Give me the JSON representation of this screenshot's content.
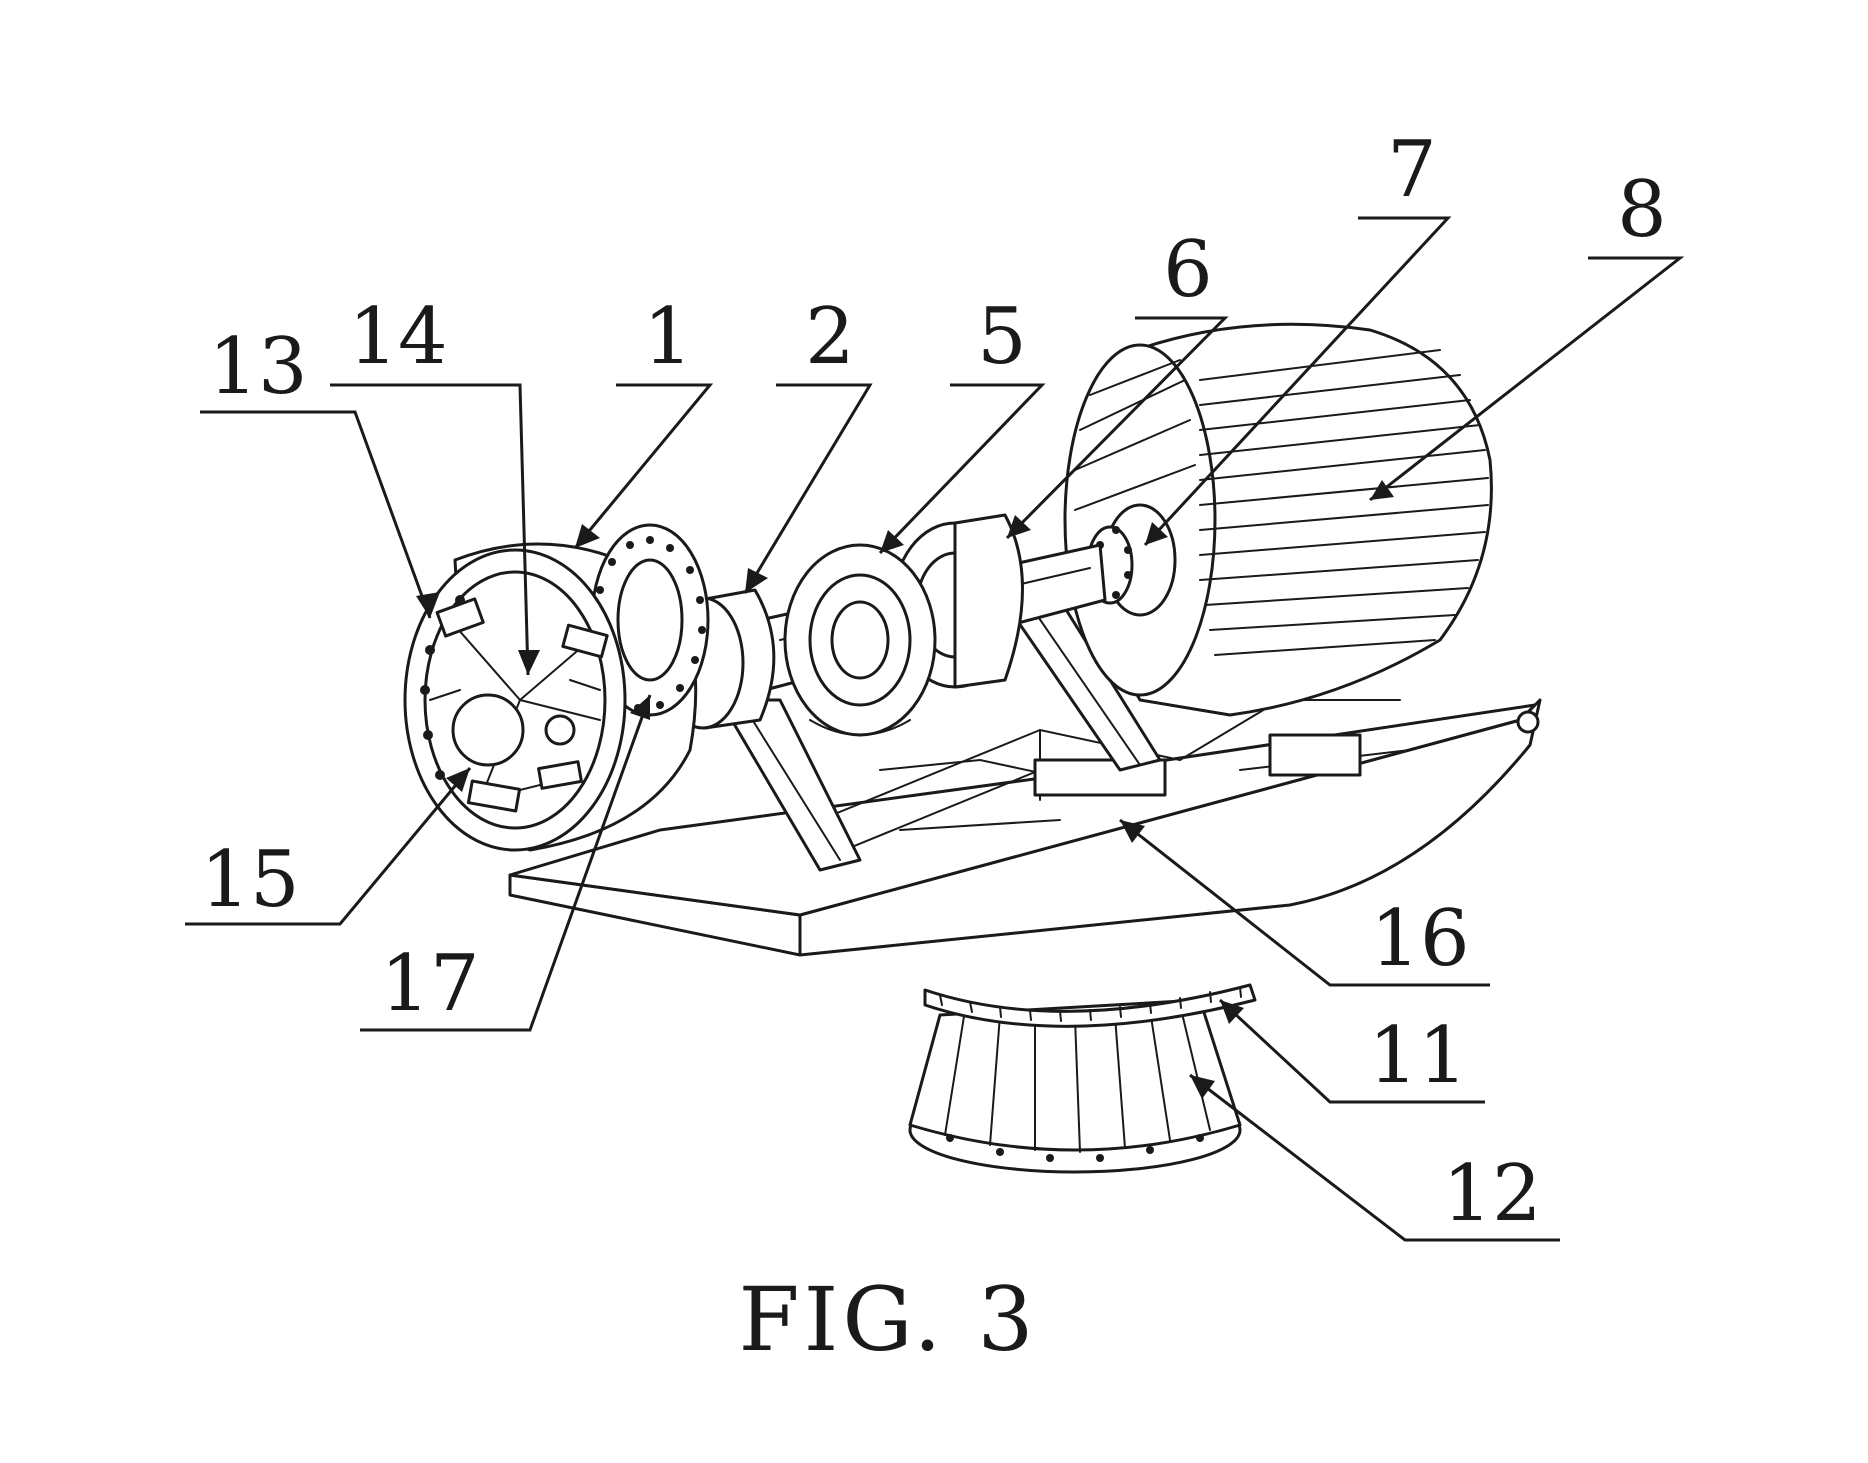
{
  "figure": {
    "caption": "FIG. 3",
    "labels": [
      "13",
      "14",
      "1",
      "2",
      "5",
      "6",
      "7",
      "8",
      "15",
      "17",
      "16",
      "11",
      "12"
    ]
  },
  "colors": {
    "ink": "#1a1a1a",
    "paper": "#ffffff"
  }
}
